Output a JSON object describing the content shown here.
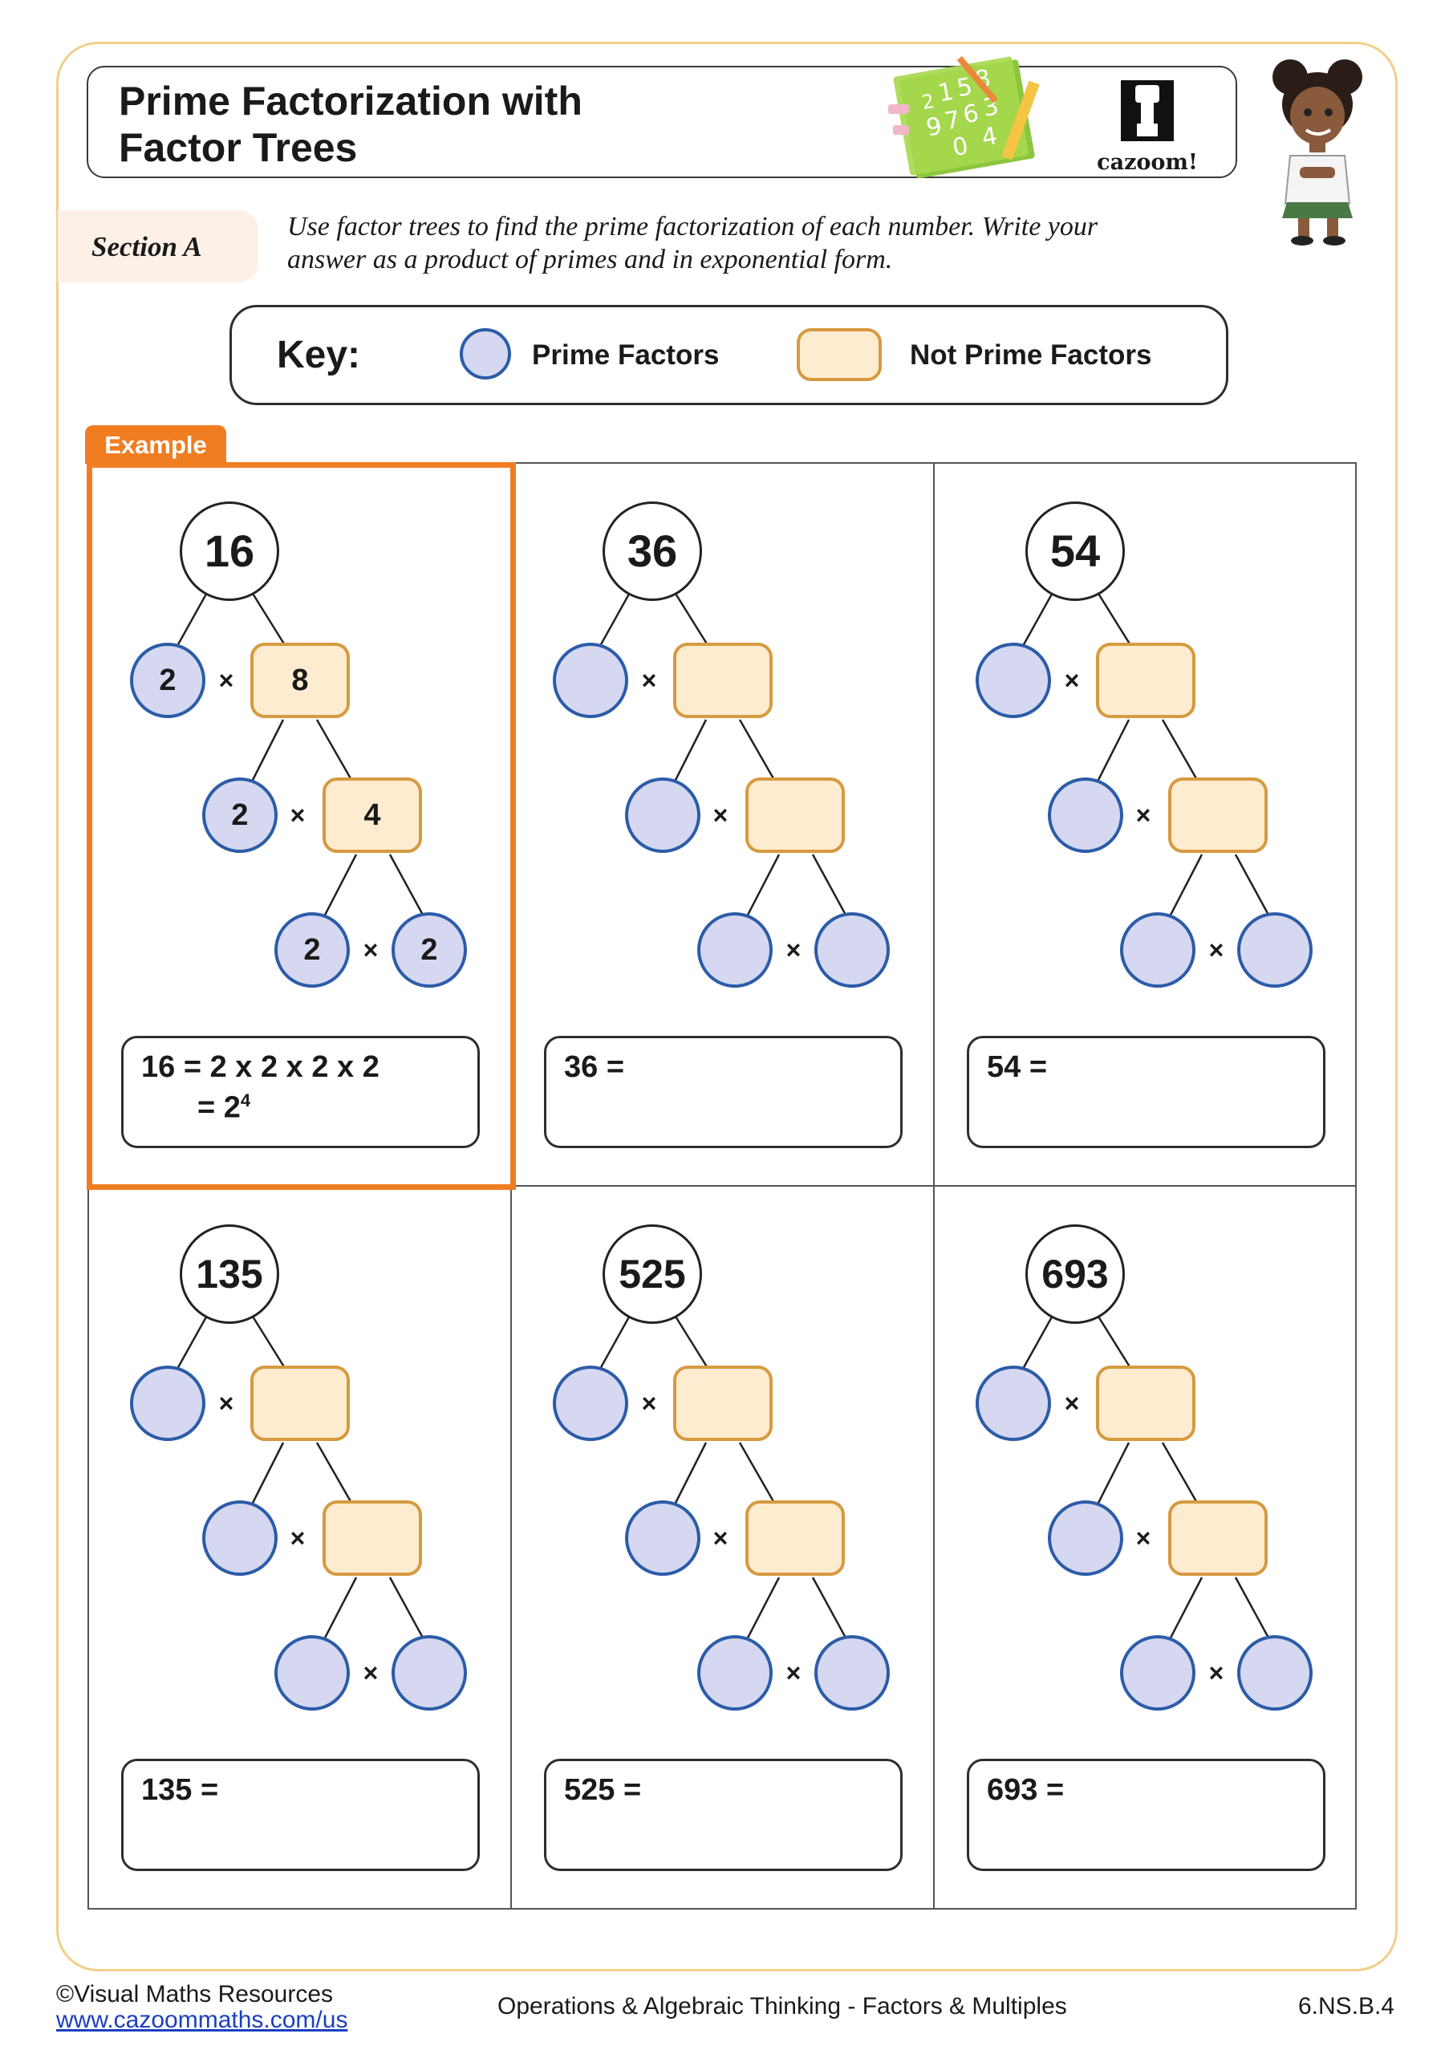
{
  "header": {
    "title_line1": "Prime Factorization with",
    "title_line2": "Factor Trees",
    "logo_text": "cazoom!",
    "logo_icon": "cazoom-logo-icon",
    "decor_icon": "math-sticky-notes-icon",
    "decor_numbers": [
      "2",
      "1",
      "5",
      "8",
      "9",
      "7",
      "6",
      "3",
      "0",
      "4"
    ],
    "character_icon": "student-character-illustration"
  },
  "section": {
    "label": "Section A",
    "instructions_line1": "Use factor trees to find the prime factorization of each number.  Write your",
    "instructions_line2": "answer as a product of primes and in exponential form."
  },
  "key": {
    "label": "Key:",
    "prime_label": "Prime Factors",
    "not_prime_label": "Not Prime Factors",
    "prime_color": "#d5d8f0",
    "prime_border": "#2c5ca8",
    "not_prime_color": "#fdecd0",
    "not_prime_border": "#d69a40"
  },
  "example_tab": "Example",
  "accent_color": "#f07d22",
  "times_symbol": "×",
  "problems": [
    {
      "number": "16",
      "factors": {
        "p1": "2",
        "n1": "8",
        "p2": "2",
        "n2": "4",
        "p3": "2",
        "p4": "2"
      },
      "answer_line1": "16  =  2 x 2 x 2 x 2",
      "answer_line2_base": "=  2",
      "answer_line2_exp": "4"
    },
    {
      "number": "36",
      "factors": {
        "p1": "",
        "n1": "",
        "p2": "",
        "n2": "",
        "p3": "",
        "p4": ""
      },
      "answer_line1": "36  =",
      "answer_line2_base": "",
      "answer_line2_exp": ""
    },
    {
      "number": "54",
      "factors": {
        "p1": "",
        "n1": "",
        "p2": "",
        "n2": "",
        "p3": "",
        "p4": ""
      },
      "answer_line1": "54  =",
      "answer_line2_base": "",
      "answer_line2_exp": ""
    },
    {
      "number": "135",
      "factors": {
        "p1": "",
        "n1": "",
        "p2": "",
        "n2": "",
        "p3": "",
        "p4": ""
      },
      "answer_line1": "135  =",
      "answer_line2_base": "",
      "answer_line2_exp": ""
    },
    {
      "number": "525",
      "factors": {
        "p1": "",
        "n1": "",
        "p2": "",
        "n2": "",
        "p3": "",
        "p4": ""
      },
      "answer_line1": "525  =",
      "answer_line2_base": "",
      "answer_line2_exp": ""
    },
    {
      "number": "693",
      "factors": {
        "p1": "",
        "n1": "",
        "p2": "",
        "n2": "",
        "p3": "",
        "p4": ""
      },
      "answer_line1": "693  =",
      "answer_line2_base": "",
      "answer_line2_exp": ""
    }
  ],
  "footer": {
    "copyright": "©Visual Maths Resources",
    "url": "www.cazoommaths.com/us",
    "topic": "Operations & Algebraic Thinking - Factors & Multiples",
    "standard": "6.NS.B.4"
  }
}
